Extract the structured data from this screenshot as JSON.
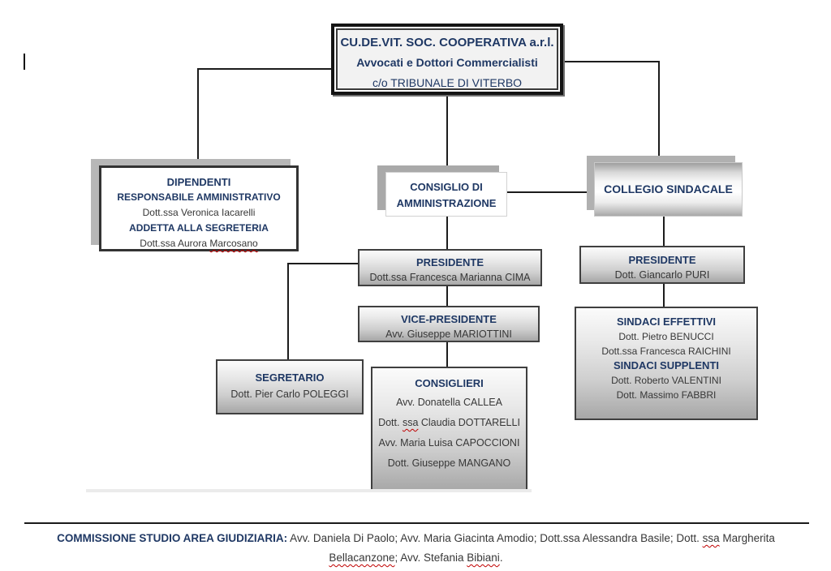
{
  "root": {
    "line1": "CU.DE.VIT. SOC. COOPERATIVA a.r.l.",
    "line2": "Avvocati e Dottori Commercialisti",
    "line3": "c/o TRIBUNALE DI VITERBO"
  },
  "dipendenti": {
    "title": "DIPENDENTI",
    "role1": "RESPONSABILE AMMINISTRATIVO",
    "person1_pre": "Dott.ssa Veronica Iacarelli",
    "role2": "ADDETTA ALLA SEGRETERIA",
    "person2_pre": "Dott.ssa Aurora ",
    "person2_sq": "Marcosano"
  },
  "cda": {
    "title_line1": "CONSIGLIO DI",
    "title_line2": "AMMINISTRAZIONE"
  },
  "collegio": {
    "title": "COLLEGIO SINDACALE"
  },
  "presidente_cda": {
    "title": "PRESIDENTE",
    "person": "Dott.ssa Francesca Marianna CIMA"
  },
  "vice_presidente": {
    "title": "VICE-PRESIDENTE",
    "person": "Avv. Giuseppe MARIOTTINI"
  },
  "segretario": {
    "title": "SEGRETARIO",
    "person": "Dott. Pier Carlo POLEGGI"
  },
  "consiglieri": {
    "title": "CONSIGLIERI",
    "m1": "Avv. Donatella CALLEA",
    "m2_pre": "Dott. ",
    "m2_sq": "ssa",
    "m2_post": " Claudia DOTTARELLI",
    "m3": "Avv. Maria Luisa CAPOCCIONI",
    "m4": "Dott. Giuseppe MANGANO"
  },
  "presidente_collegio": {
    "title": "PRESIDENTE",
    "person": "Dott. Giancarlo PURI"
  },
  "sindaci": {
    "title1": "SINDACI EFFETTIVI",
    "m1": "Dott. Pietro BENUCCI",
    "m2": "Dott.ssa Francesca RAICHINI",
    "title2": "SINDACI SUPPLENTI",
    "m3": "Dott. Roberto VALENTINI",
    "m4": "Dott. Massimo FABBRI"
  },
  "footer": {
    "label": "COMMISSIONE STUDIO AREA GIUDIZIARIA:",
    "seg1": " Avv. Daniela Di Paolo; Avv. Maria Giacinta Amodio; Dott.ssa Alessandra Basile; Dott. ",
    "seg2_sq": "ssa",
    "seg3": " Margherita",
    "line2_sq1": "Bellacanzone",
    "line2_mid": "; Avv. Stefania ",
    "line2_sq2": "Bibiani",
    "line2_end": "."
  },
  "colors": {
    "navy": "#1f3864",
    "squiggle_red": "#c00000",
    "shadow_gray": "#b0b0b0",
    "line_black": "#1c1c1c"
  }
}
